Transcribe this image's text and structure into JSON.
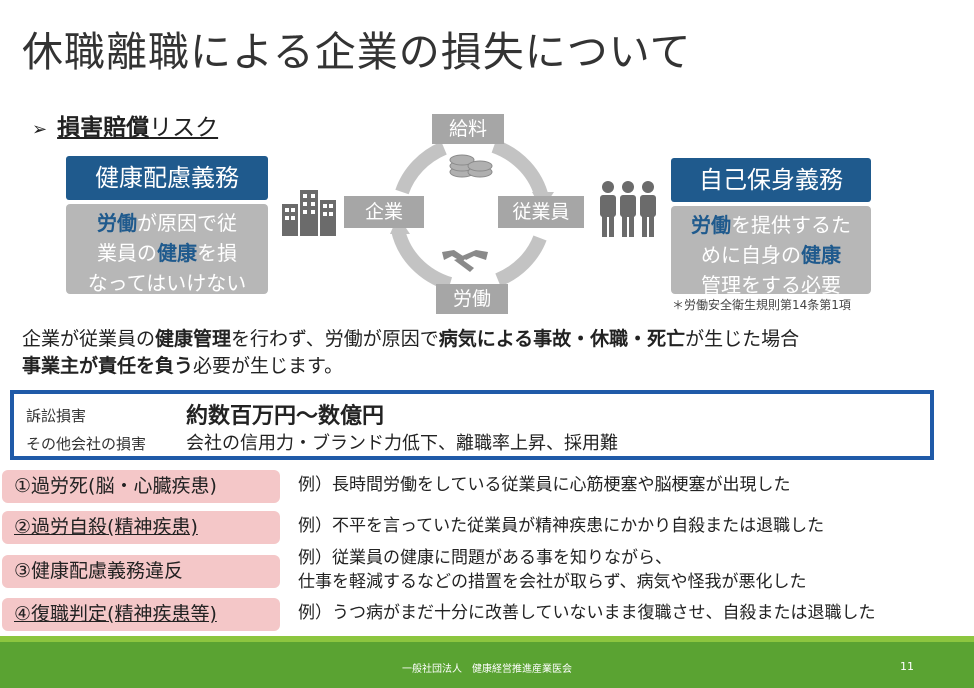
{
  "title": "休職離職による企業の損失について",
  "risk_heading": {
    "bold": "損害賠償",
    "light": "リスク"
  },
  "left_duty": {
    "title": "健康配慮義務",
    "body_hl1": "労働",
    "body_1": "が原因で従",
    "body_2a": "業員の",
    "body_hl2": "健康",
    "body_2b": "を損",
    "body_3": "なってはいけない"
  },
  "right_duty": {
    "title": "自己保身義務",
    "body_hl1": "労働",
    "body_1": "を提供するた",
    "body_2a": "めに自身の",
    "body_hl2": "健康",
    "body_3": "管理をする必要"
  },
  "cycle": {
    "top": "給料",
    "left": "企業",
    "right": "従業員",
    "bottom": "労働"
  },
  "footnote": "＊労働安全衛生規則第14条第1項",
  "description": {
    "l1a": "企業が従業員の",
    "l1b": "健康管理",
    "l1c": "を行わず、労働が原因で",
    "l1d": "病気による事故・休職・死亡",
    "l1e": "が生じた場合",
    "l2a": "事業主が責任を負う",
    "l2b": "必要が生じます。"
  },
  "losses": {
    "lawsuit_label": "訴訟損害",
    "lawsuit_value": "約数百万円～数億円",
    "other_label": "その他会社の損害",
    "other_value": "会社の信用力・ブランド力低下、離職率上昇、採用難"
  },
  "cases": [
    {
      "label": "①過労死(脳・心臓疾患)",
      "example": "例）長時間労働をしている従業員に心筋梗塞や脳梗塞が出現した"
    },
    {
      "label": "②過労自殺(精神疾患)",
      "example": "例）不平を言っていた従業員が精神疾患にかかり自殺または退職した"
    },
    {
      "label": "③健康配慮義務違反",
      "example": "例）従業員の健康に問題がある事を知りながら、",
      "example2": "仕事を軽減するなどの措置を会社が取らず、病気や怪我が悪化した"
    },
    {
      "label": "④復職判定(精神疾患等)",
      "example": "例）うつ病がまだ十分に改善していないまま復職させ、自殺または退職した"
    }
  ],
  "footer": {
    "org": "一般社団法人　健康経営推進産業医会",
    "page": "11"
  },
  "colors": {
    "accent": "#1f5a8d",
    "box_border": "#1f5aa8",
    "case_bg": "#f4c7c8",
    "footer": "#5aa332",
    "gray": "#a6a6a6"
  }
}
